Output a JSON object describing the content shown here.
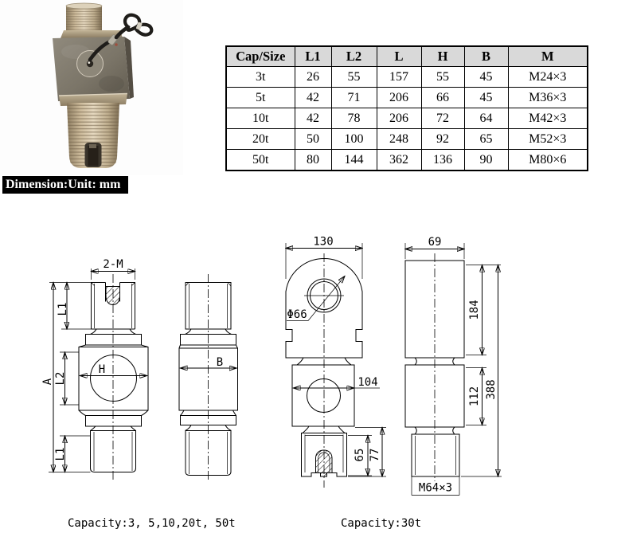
{
  "photo": {
    "label": "Dimension:Unit: mm"
  },
  "colors": {
    "table_header_bg": "#d9d9d9",
    "label_bg": "#000000",
    "label_fg": "#ffffff",
    "drawing_line": "#000000"
  },
  "spec_table": {
    "headers": [
      "Cap/Size",
      "L1",
      "L2",
      "L",
      "H",
      "B",
      "M"
    ],
    "rows": [
      [
        "3t",
        "26",
        "55",
        "157",
        "55",
        "45",
        "M24×3"
      ],
      [
        "5t",
        "42",
        "71",
        "206",
        "66",
        "45",
        "M36×3"
      ],
      [
        "10t",
        "42",
        "78",
        "206",
        "72",
        "64",
        "M42×3"
      ],
      [
        "20t",
        "50",
        "100",
        "248",
        "92",
        "65",
        "M52×3"
      ],
      [
        "50t",
        "80",
        "144",
        "362",
        "136",
        "90",
        "M80×6"
      ]
    ]
  },
  "drawings": {
    "front_view": {
      "dim_thread": "2-M",
      "dim_l1_top": "L1",
      "dim_l2": "L2",
      "dim_total": "A",
      "dim_h": "H",
      "dim_l1_bottom": "L1"
    },
    "side_view": {
      "dim_b": "B"
    },
    "front_view_30t": {
      "dim_width": "130",
      "dim_hole": "Φ66",
      "dim_block": "104",
      "dim_thread_len": "65",
      "dim_stud_len": "77"
    },
    "side_view_30t": {
      "dim_width": "69",
      "dim_upper": "184",
      "dim_lower": "112",
      "dim_total": "388",
      "thread_spec": "M64×3"
    }
  },
  "captions": {
    "left": "Capacity:3, 5,10,20t, 50t",
    "right": "Capacity:30t"
  }
}
